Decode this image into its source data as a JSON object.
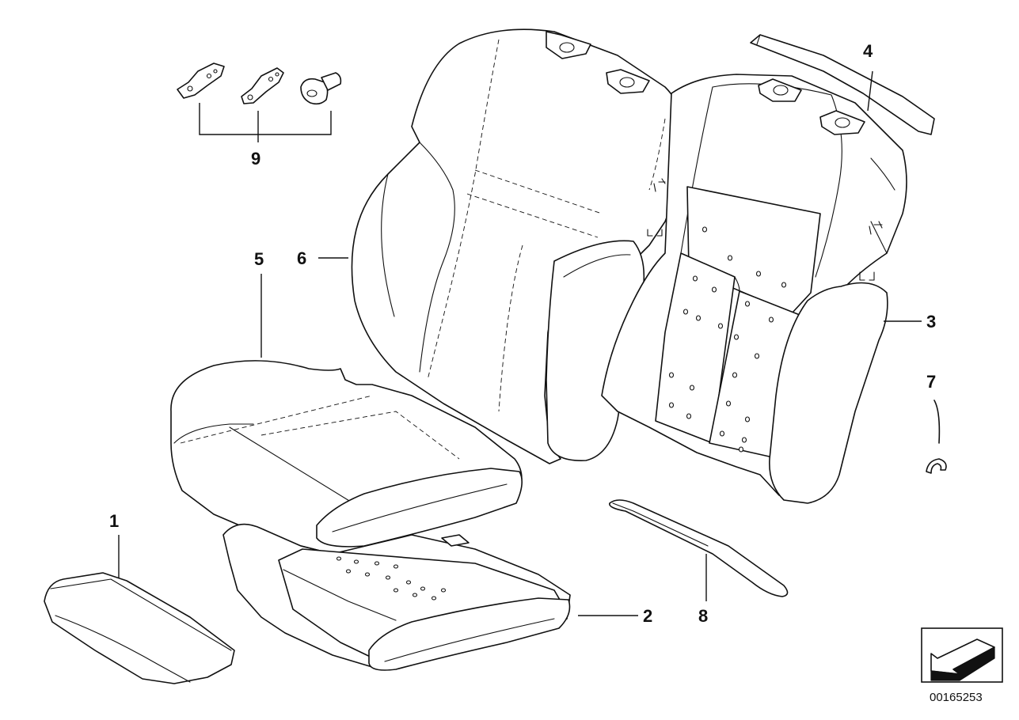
{
  "callouts": {
    "c1": "1",
    "c2": "2",
    "c3": "3",
    "c4": "4",
    "c5": "5",
    "c6": "6",
    "c7": "7",
    "c8": "8",
    "c9": "9"
  },
  "drawing_number": "00165253",
  "icons": [
    "direction-arrow-icon"
  ],
  "colors": {
    "line": "#111111",
    "background": "#ffffff"
  }
}
